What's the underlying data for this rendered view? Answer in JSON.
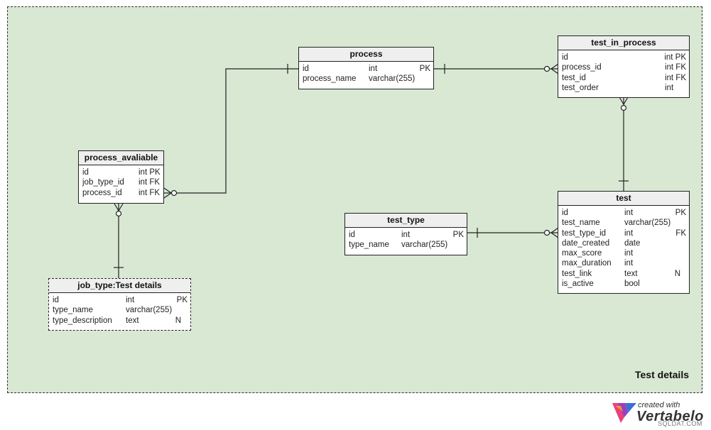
{
  "area": {
    "label": "Test details"
  },
  "tables": {
    "process": {
      "name": "process",
      "cols": [
        {
          "n": "id",
          "t": "int",
          "f": "PK"
        },
        {
          "n": "process_name",
          "t": "varchar(255)",
          "f": ""
        }
      ]
    },
    "test_in_process": {
      "name": "test_in_process",
      "cols": [
        {
          "n": "id",
          "t": "",
          "f": "int PK"
        },
        {
          "n": "process_id",
          "t": "",
          "f": "int FK"
        },
        {
          "n": "test_id",
          "t": "",
          "f": "int FK"
        },
        {
          "n": "test_order",
          "t": "",
          "f": "int"
        }
      ]
    },
    "process_avaliable": {
      "name": "process_avaliable",
      "cols": [
        {
          "n": "id",
          "t": "int PK",
          "f": ""
        },
        {
          "n": "job_type_id",
          "t": "int FK",
          "f": ""
        },
        {
          "n": "process_id",
          "t": "int FK",
          "f": ""
        }
      ]
    },
    "job_type": {
      "name": "job_type:Test details",
      "cols": [
        {
          "n": "id",
          "t": "int",
          "f": "PK"
        },
        {
          "n": "type_name",
          "t": "varchar(255)",
          "f": ""
        },
        {
          "n": "type_description",
          "t": "text",
          "f": "N"
        }
      ]
    },
    "test_type": {
      "name": "test_type",
      "cols": [
        {
          "n": "id",
          "t": "int",
          "f": "PK"
        },
        {
          "n": "type_name",
          "t": "varchar(255)",
          "f": ""
        }
      ]
    },
    "test": {
      "name": "test",
      "cols": [
        {
          "n": "id",
          "t": "int",
          "f": "PK"
        },
        {
          "n": "test_name",
          "t": "varchar(255)",
          "f": ""
        },
        {
          "n": "test_type_id",
          "t": "int",
          "f": "FK"
        },
        {
          "n": "date_created",
          "t": "date",
          "f": ""
        },
        {
          "n": "max_score",
          "t": "int",
          "f": ""
        },
        {
          "n": "max_duration",
          "t": "int",
          "f": ""
        },
        {
          "n": "test_link",
          "t": "text",
          "f": "N"
        },
        {
          "n": "is_active",
          "t": "bool",
          "f": ""
        }
      ]
    }
  },
  "logo": {
    "created": "created with",
    "name": "Vertabelo"
  },
  "watermark": "SQLDAT.COM"
}
